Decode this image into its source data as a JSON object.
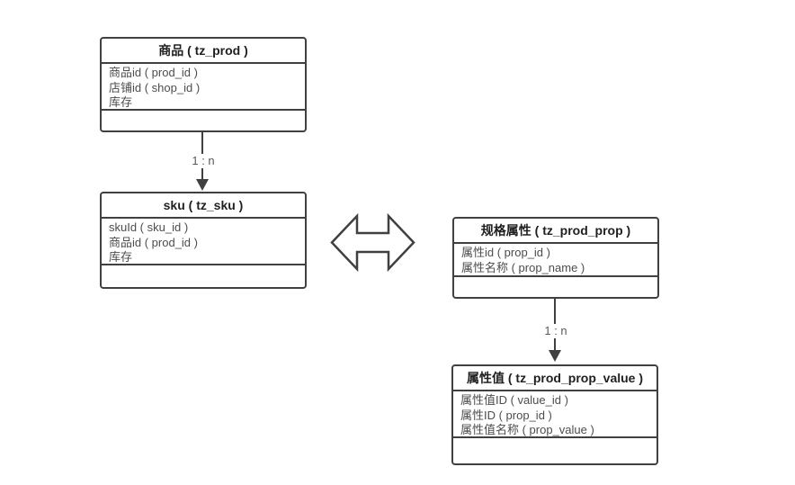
{
  "diagram": {
    "colors": {
      "border": "#404040",
      "title_text": "#1f1f1f",
      "field_text": "#4d4d4d",
      "relation_label": "#595959",
      "background": "#ffffff"
    },
    "tables": [
      {
        "title": "商品 ( tz_prod )",
        "fields": [
          "商品id ( prod_id )",
          "店铺id ( shop_id )",
          "库存"
        ]
      },
      {
        "title": "sku ( tz_sku )",
        "fields": [
          "skuId ( sku_id )",
          "商品id ( prod_id )",
          "库存"
        ]
      },
      {
        "title": "规格属性 ( tz_prod_prop )",
        "fields": [
          "属性id ( prop_id )",
          "属性名称 ( prop_name )"
        ]
      },
      {
        "title": "属性值 ( tz_prod_prop_value )",
        "fields": [
          "属性值ID ( value_id )",
          "属性ID ( prop_id )",
          "属性值名称 ( prop_value )"
        ]
      }
    ],
    "relations": [
      {
        "label": "1 : n",
        "from": "商品 ( tz_prod )",
        "to": "sku ( tz_sku )"
      },
      {
        "label": "1 : n",
        "from": "规格属性 ( tz_prod_prop )",
        "to": "属性值 ( tz_prod_prop_value )"
      }
    ],
    "icons": {
      "double_arrow": "left-right-double-arrow"
    }
  }
}
